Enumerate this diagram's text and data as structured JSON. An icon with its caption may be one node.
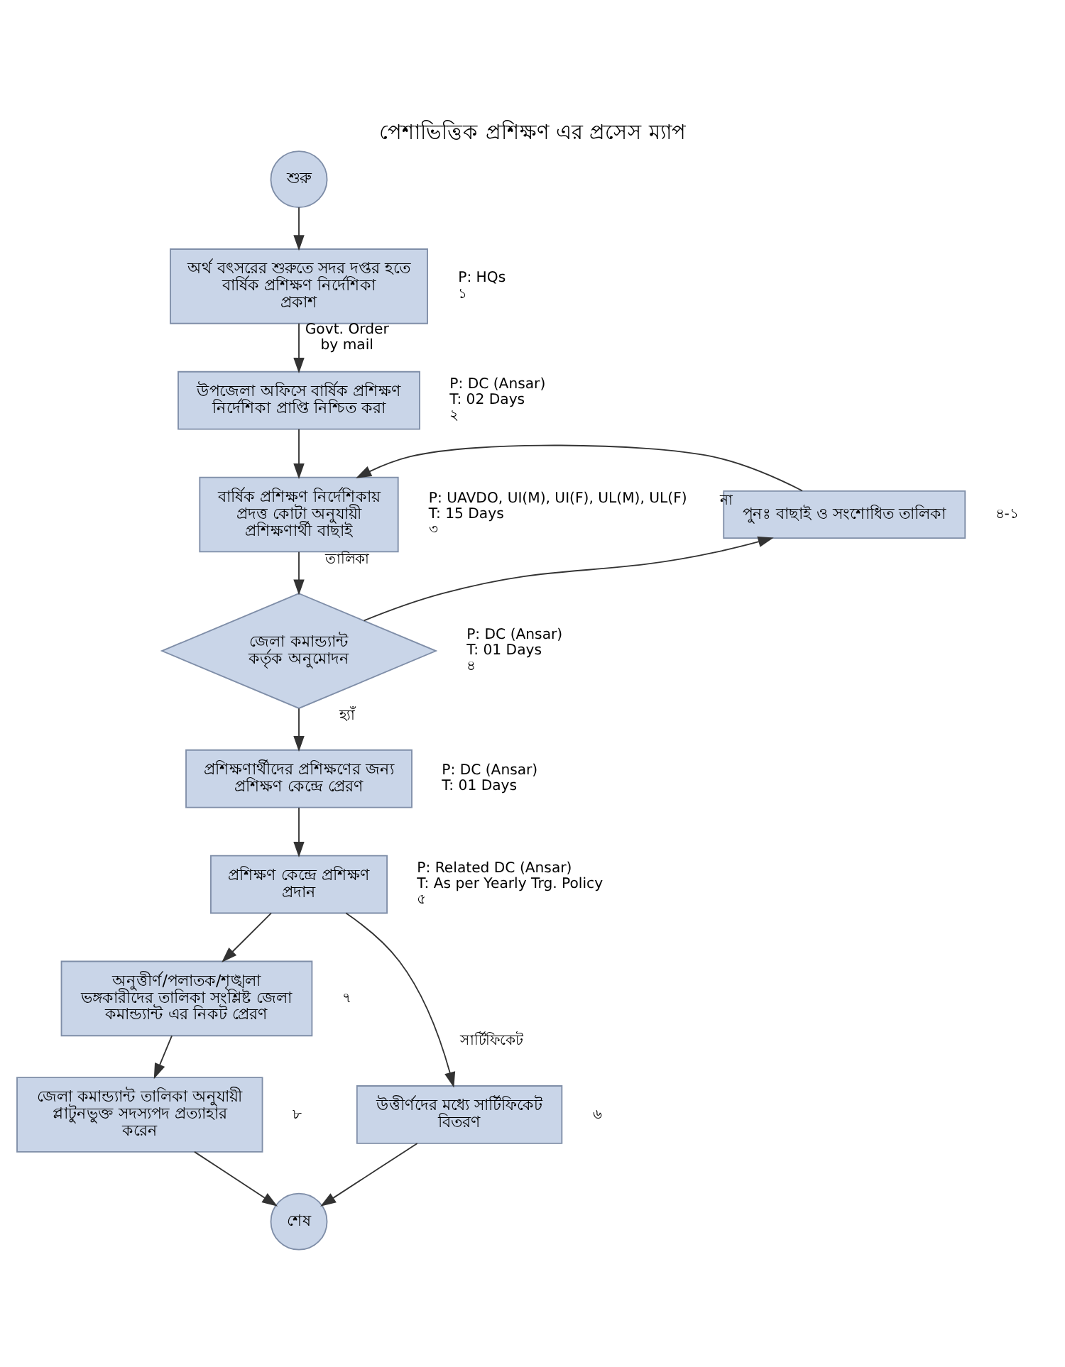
{
  "diagram": {
    "title": "পেশাভিত্তিক প্রশিক্ষণ এর প্রসেস ম্যাপ",
    "nodes": [
      {
        "text": [
          "শুরু"
        ]
      },
      {
        "text": [
          "অর্থ বৎসরের শুরুতে সদর দপ্তর হতে বার্ষিক প্রশিক্ষণ নির্দেশিকা প্রকাশ"
        ],
        "beside": [
          "P: HQs",
          "১"
        ]
      },
      {
        "text": [
          "উপজেলা অফিসে বার্ষিক প্রশিক্ষণ নির্দেশিকা প্রাপ্তি নিশ্চিত করা"
        ],
        "beside": [
          "P: DC (Ansar)",
          "T: 02 Days",
          "২"
        ]
      },
      {
        "text": [
          "বার্ষিক প্রশিক্ষণ নির্দেশিকায় প্রদত্ত কোটা অনুযায়ী প্রশিক্ষণার্থী বাছাই"
        ],
        "beside": [
          "P: UAVDO, UI(M), UI(F), UL(M), UL(F)",
          "T: 15 Days",
          "৩"
        ]
      },
      {
        "text": [
          "পুনঃ বাছাই ও সংশোধিত তালিকা"
        ],
        "beside": [
          "৪-১"
        ]
      },
      {
        "text": [
          "জেলা কমান্ড্যান্ট কর্তৃক অনুমোদন"
        ],
        "beside": [
          "P: DC (Ansar)",
          "T: 01 Days",
          "৪"
        ]
      },
      {
        "text": [
          "প্রশিক্ষণার্থীদের প্রশিক্ষণের জন্য প্রশিক্ষণ কেন্দ্রে প্রেরণ"
        ],
        "beside": [
          "P: DC (Ansar)",
          "T: 01 Days"
        ]
      },
      {
        "text": [
          "প্রশিক্ষণ কেন্দ্রে প্রশিক্ষণ প্রদান"
        ],
        "beside": [
          "P: Related DC (Ansar)",
          "T: As per Yearly Trg. Policy",
          "৫"
        ]
      },
      {
        "text": [
          "অনুত্তীর্ণ/পলাতক/শৃঙ্খলা ভঙ্গকারীদের তালিকা সংশ্লিষ্ট জেলা কমান্ড্যান্ট এর নিকট প্রেরণ"
        ],
        "beside": [
          "৭"
        ]
      },
      {
        "text": [
          "উত্তীর্ণদের মধ্যে সার্টিফিকেট বিতরণ"
        ],
        "beside": [
          "৬"
        ]
      },
      {
        "text": [
          "জেলা কমান্ড্যান্ট তালিকা অনুযায়ী প্লাটুনভুক্ত সদস্যপদ প্রত্যাহার করেন"
        ],
        "beside": [
          "৮"
        ]
      },
      {
        "text": [
          "শেষ"
        ]
      }
    ],
    "edges": [
      {
        "from": 0,
        "to": 1,
        "arrow": "to"
      },
      {
        "from": 1,
        "to": 2,
        "arrow": "to",
        "label": "Govt. Order by mail"
      },
      {
        "from": 2,
        "to": 3,
        "arrow": "to"
      },
      {
        "from": 3,
        "to": 5,
        "arrow": "to",
        "label": "তালিকা"
      },
      {
        "from": 5,
        "to": 4,
        "arrow": "to",
        "label": "না"
      },
      {
        "from": 4,
        "to": 3,
        "arrow": "to"
      },
      {
        "from": 5,
        "to": 6,
        "arrow": "to",
        "label": "হ্যাঁ"
      },
      {
        "from": 6,
        "to": 7,
        "arrow": "to"
      },
      {
        "from": 7,
        "to": 8,
        "arrow": "to"
      },
      {
        "from": 7,
        "to": 9,
        "arrow": "to",
        "label": "সার্টিফিকেট"
      },
      {
        "from": 8,
        "to": 10,
        "arrow": "to"
      },
      {
        "from": 9,
        "to": 11,
        "arrow": "to"
      },
      {
        "from": 10,
        "to": 11,
        "arrow": "to"
      }
    ]
  }
}
